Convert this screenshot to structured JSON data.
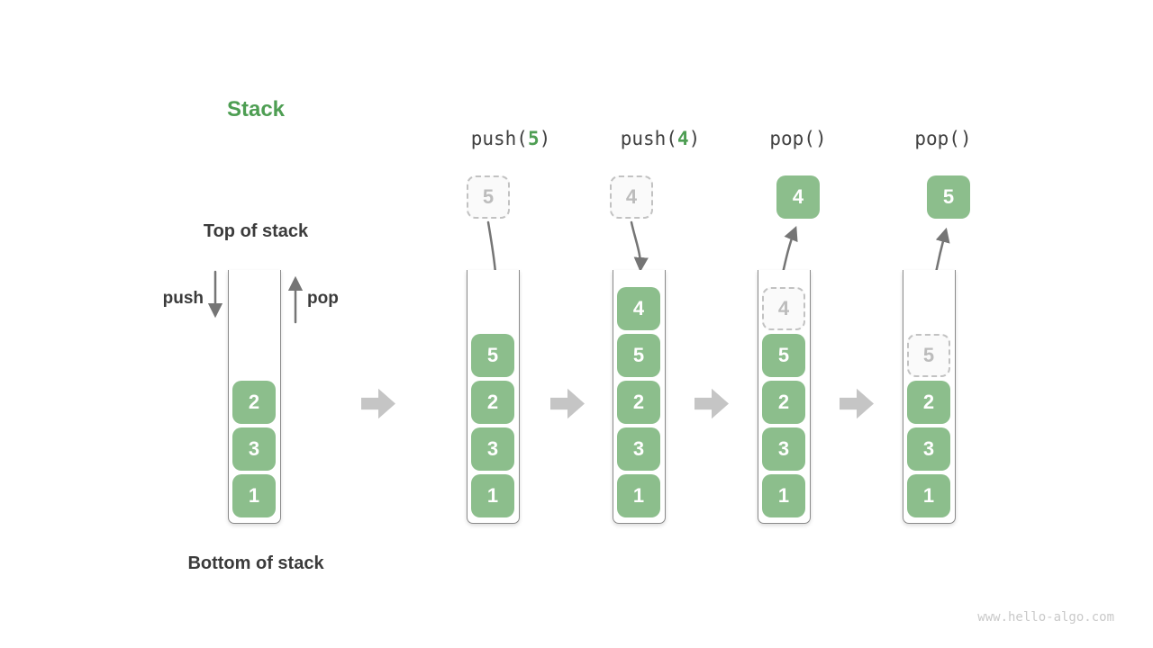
{
  "title": "Stack",
  "labels": {
    "top": "Top of stack",
    "bottom": "Bottom of stack",
    "push": "push",
    "pop": "pop"
  },
  "operations": [
    {
      "pre": "push(",
      "num": "5",
      "post": ")"
    },
    {
      "pre": "push(",
      "num": "4",
      "post": ")"
    },
    {
      "pre": "pop(",
      "num": "",
      "post": ")"
    },
    {
      "pre": "pop(",
      "num": "",
      "post": ")"
    }
  ],
  "floating": [
    {
      "value": "5",
      "style": "dashed"
    },
    {
      "value": "4",
      "style": "dashed"
    },
    {
      "value": "4",
      "style": "solid"
    },
    {
      "value": "5",
      "style": "solid"
    }
  ],
  "stacks": [
    {
      "name": "initial",
      "cells": [
        {
          "value": "2"
        },
        {
          "value": "3"
        },
        {
          "value": "1"
        }
      ]
    },
    {
      "name": "after-push-5",
      "cells": [
        {
          "value": "5"
        },
        {
          "value": "2"
        },
        {
          "value": "3"
        },
        {
          "value": "1"
        }
      ]
    },
    {
      "name": "after-push-4",
      "cells": [
        {
          "value": "4"
        },
        {
          "value": "5"
        },
        {
          "value": "2"
        },
        {
          "value": "3"
        },
        {
          "value": "1"
        }
      ]
    },
    {
      "name": "during-pop-4",
      "cells": [
        {
          "value": "4",
          "style": "dashed"
        },
        {
          "value": "5"
        },
        {
          "value": "2"
        },
        {
          "value": "3"
        },
        {
          "value": "1"
        }
      ]
    },
    {
      "name": "during-pop-5",
      "cells": [
        {
          "value": "5",
          "style": "dashed"
        },
        {
          "value": "2"
        },
        {
          "value": "3"
        },
        {
          "value": "1"
        }
      ]
    }
  ],
  "colors": {
    "box_green": "#8cbe8c",
    "accent_green": "#4e9e53",
    "dark_text": "#3b3b3b",
    "arrow_gray": "#757575",
    "block_arrow_gray": "#c5c5c5",
    "dashed_gray": "#c2c2c2"
  },
  "watermark": "www.hello-algo.com"
}
